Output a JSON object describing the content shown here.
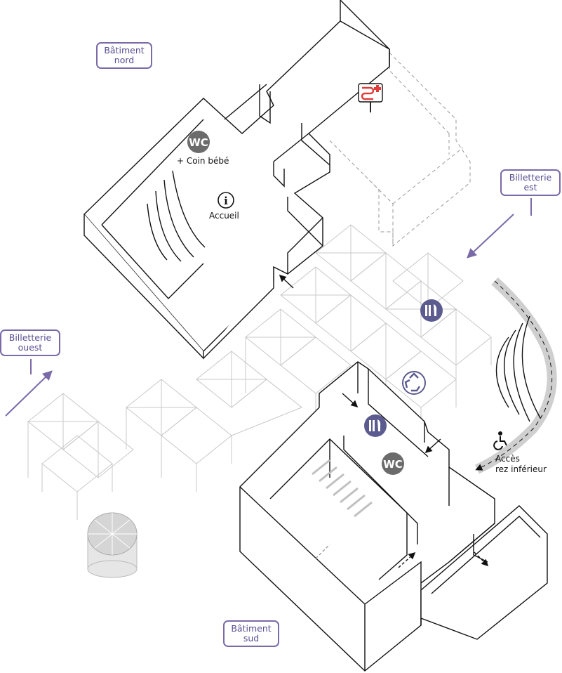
{
  "labels": {
    "batiment_nord_1": "Bâtiment",
    "batiment_nord_2": "nord",
    "billetterie_est_1": "Billetterie",
    "billetterie_est_2": "est",
    "billetterie_ouest_1": "Billetterie",
    "billetterie_ouest_2": "ouest",
    "batiment_sud_1": "Bâtiment",
    "batiment_sud_2": "sud"
  },
  "points": {
    "wc": "WC",
    "coin_bebe": "+ Coin bébé",
    "accueil": "Accueil",
    "info_symbol": "i",
    "acces_1": "Accès",
    "acces_2": "rez inférieur"
  },
  "icons": [
    "wc-icon",
    "info-icon",
    "first-aid-icon",
    "food-icon",
    "recycling-icon",
    "wheelchair-icon",
    "arrow-icon"
  ],
  "colors": {
    "accent": "#7b6aa8",
    "icon_fill": "#5b5b8f",
    "wc_fill": "#6b6b6b",
    "grid": "#c8c8c8",
    "ramp": "#cfcfcf",
    "first_aid": "#e23b3b"
  }
}
